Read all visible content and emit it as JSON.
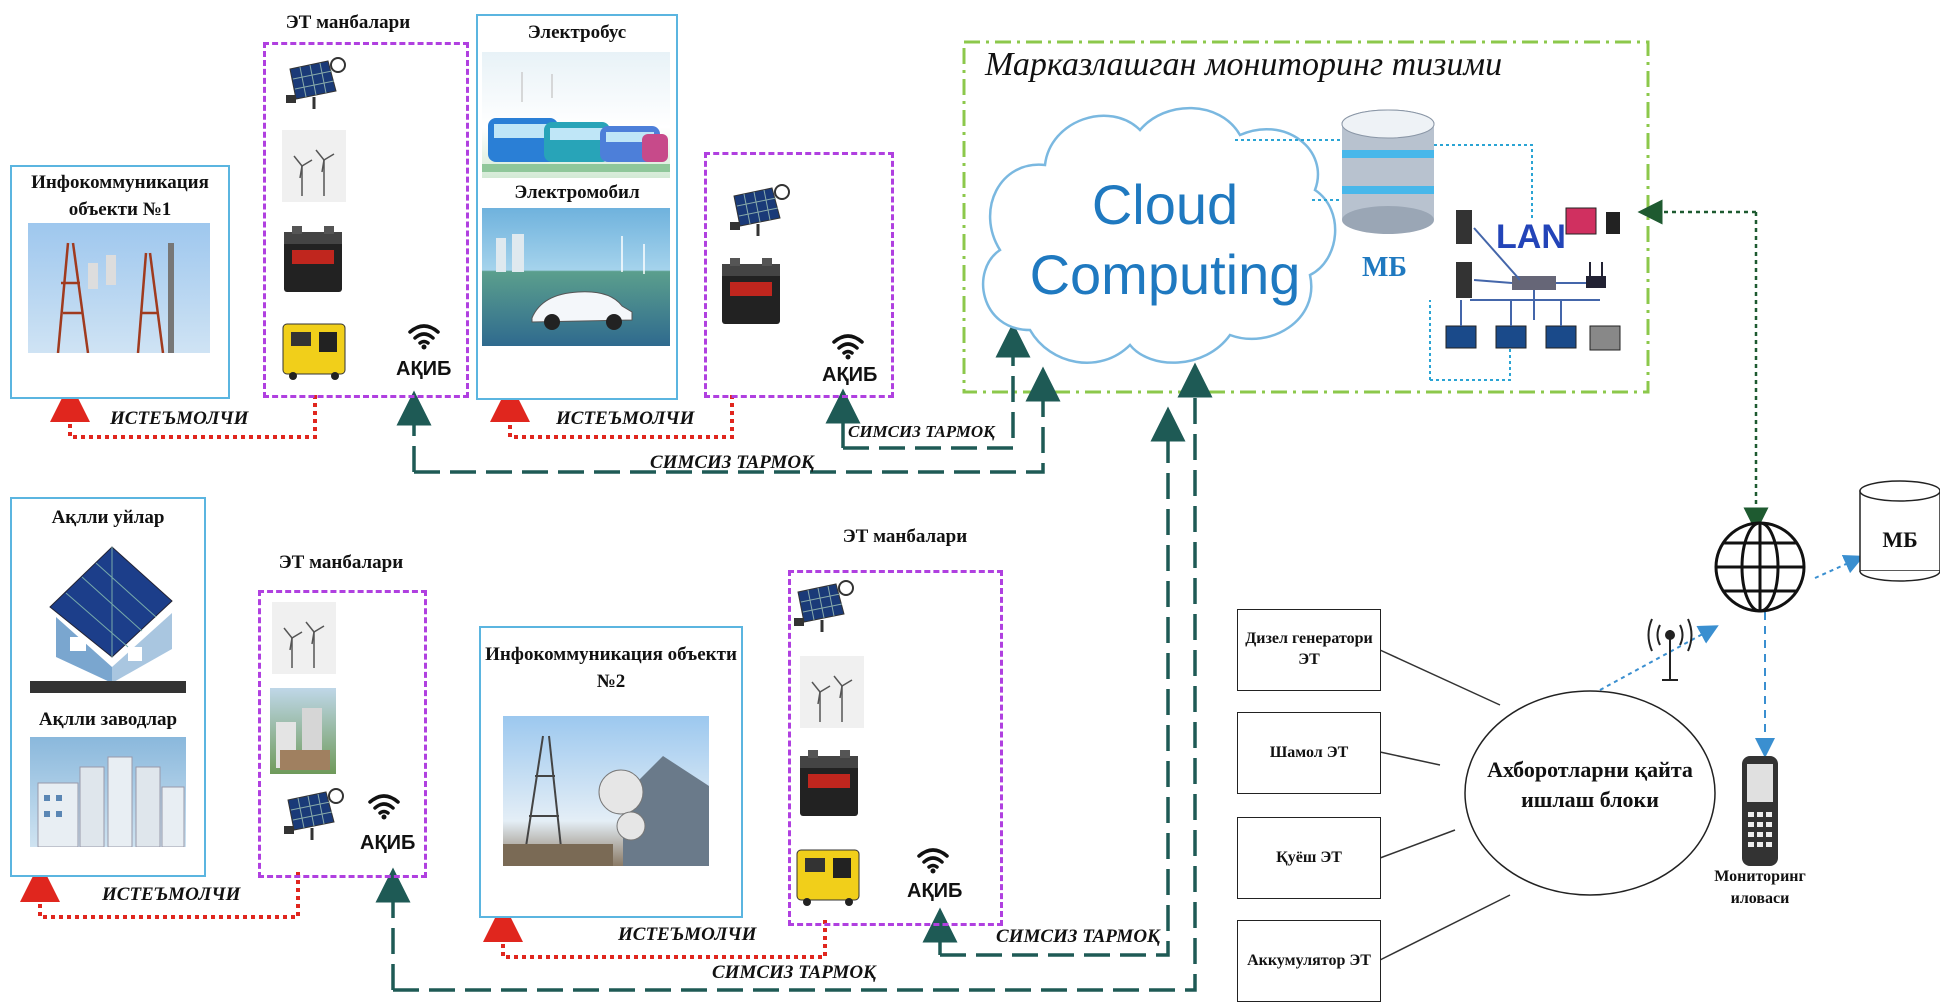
{
  "sources": {
    "top_left_title": "ЭТ манбалари",
    "bottom_left_title": "ЭТ манбалари",
    "bottom_right_title": "ЭТ манбалари"
  },
  "objects": {
    "infocom1": "Инфокоммуникация объекти №1",
    "infocom2": "Инфокоммуникация объекти №2",
    "electrobus": "Электробус",
    "electromobil": "Электромобил",
    "smart_homes": "Ақлли уйлар",
    "smart_factories": "Ақлли заводлар"
  },
  "akib": {
    "a1": "АҚИБ",
    "a2": "АҚИБ",
    "a3": "АҚИБ",
    "a4": "АҚИБ"
  },
  "links": {
    "consumer1": "ИСТЕЪМОЛЧИ",
    "consumer2": "ИСТЕЪМОЛЧИ",
    "consumer3": "ИСТЕЪМОЛЧИ",
    "consumer4": "ИСТЕЪМОЛЧИ",
    "wireless1": "СИМСИЗ ТАРМОҚ",
    "wireless2": "СИМСИЗ ТАРМОҚ",
    "wireless3": "СИМСИЗ ТАРМОҚ",
    "wireless4": "СИМСИЗ ТАРМОҚ"
  },
  "monitoring": {
    "title": "Марказлашган мониторинг тизими",
    "cloud_line1": "Cloud",
    "cloud_line2": "Computing",
    "db_label": "МБ",
    "lan_label": "LAN"
  },
  "processing": {
    "block_label": "Ахборотларни қайта ишлаш блоки",
    "inputs": [
      "Дизел генератори ЭТ",
      "Шамол ЭТ",
      "Қуёш ЭТ",
      "Аккумулятор ЭТ"
    ]
  },
  "right": {
    "db_label": "МБ",
    "app_label": "Мониторинг иловаси"
  },
  "colors": {
    "blue_border": "#5bb5e0",
    "purple_dash": "#b040e0",
    "green_dash": "#8cc84b",
    "teal_line": "#1e5a55",
    "red_dot": "#e0261e",
    "cloud_text": "#1f79c0"
  }
}
